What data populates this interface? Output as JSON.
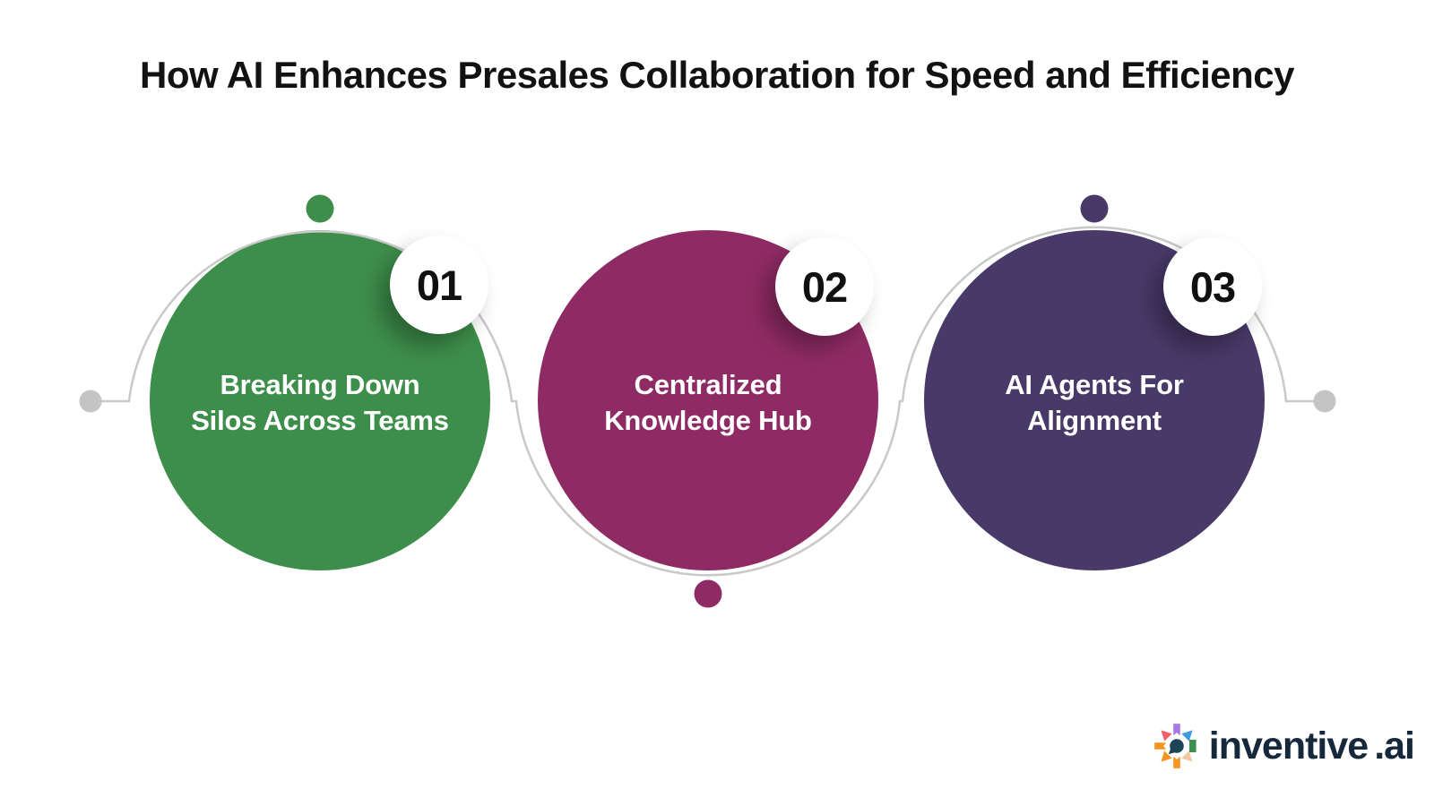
{
  "title": "How AI Enhances Presales Collaboration for Speed and Efficiency",
  "steps": [
    {
      "number": "01",
      "label": "Breaking Down\nSilos Across Teams",
      "color": "#3e8e4b"
    },
    {
      "number": "02",
      "label": "Centralized\nKnowledge Hub",
      "color": "#8f2b64"
    },
    {
      "number": "03",
      "label": "AI Agents For\nAlignment",
      "color": "#483968"
    }
  ],
  "connector": {
    "line_color": "#c9c9c9",
    "endpoint_dot_color": "#c4c4c4"
  },
  "logo": {
    "name": "inventive",
    "tld": ".ai",
    "text_color": "#16293c",
    "icon_colors": {
      "red": "#f2606a",
      "purple": "#a678e8",
      "blue": "#3f9ae0",
      "green": "#3c8f4f",
      "peach": "#f3c89e",
      "orange": "#f5941f",
      "teal": "#1c4356"
    }
  }
}
